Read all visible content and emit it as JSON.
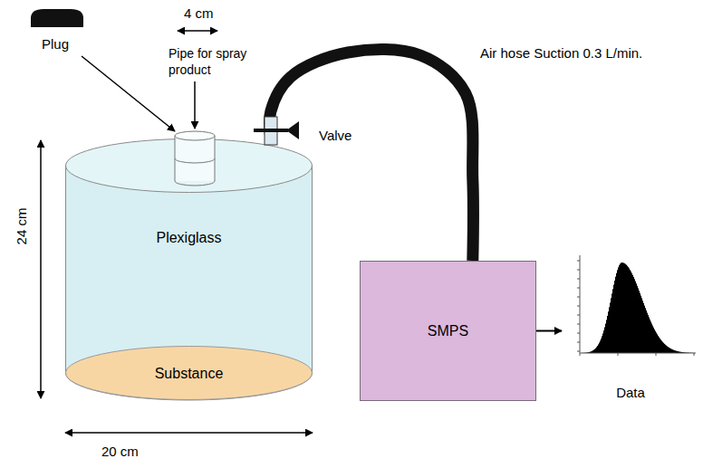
{
  "diagram": {
    "nodes": [
      {
        "text": [
          "Plexiglass"
        ]
      },
      {
        "text": [
          "Substance"
        ],
        "in": 0
      },
      {
        "text": [
          "SMPS"
        ]
      },
      {
        "text": [
          "Data"
        ]
      }
    ],
    "edges": [
      {
        "from": 0,
        "to": 2,
        "arrow": "none",
        "label": "Air hose Suction 0.3 L/min."
      },
      {
        "from": 2,
        "to": 3,
        "arrow": "to"
      }
    ],
    "labels": [
      "Plug",
      "4 cm",
      "Pipe for spray product",
      "Valve",
      "24 cm",
      "20 cm"
    ]
  }
}
